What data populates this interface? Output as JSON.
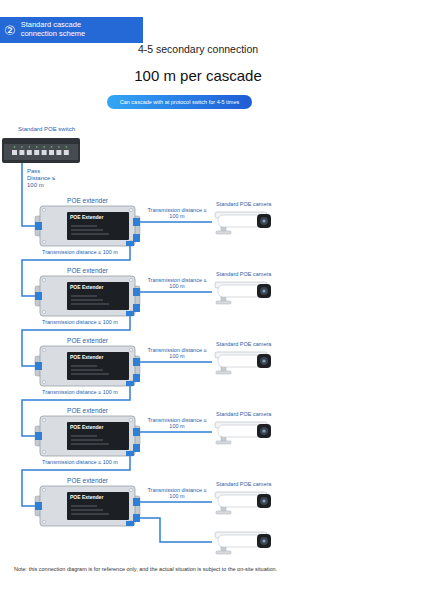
{
  "diagram": {
    "title": "4-5 secondary connection",
    "caption": "Note: this connection diagram is for reference only, and the actual situation is subject to the on-site situation.",
    "nodes": [
      {
        "text": [
          "②",
          "Standard cascade connection scheme"
        ]
      },
      {
        "text": [
          "Can cascade with at protocol switch for 4-5 times"
        ]
      },
      {
        "text": [
          "Standard POE switch"
        ]
      },
      {
        "text": [
          "POE extender",
          "POE Extender"
        ]
      },
      {
        "text": [
          "Standard POE camera"
        ]
      },
      {
        "text": [
          "POE extender",
          "POE Extender"
        ]
      },
      {
        "text": [
          "Standard POE camera"
        ]
      },
      {
        "text": [
          "POE extender",
          "POE Extender"
        ]
      },
      {
        "text": [
          "Standard POE camera"
        ]
      },
      {
        "text": [
          "POE extender",
          "POE Extender"
        ]
      },
      {
        "text": [
          "Standard POE camera"
        ]
      },
      {
        "text": [
          "POE extender",
          "POE Extender"
        ]
      },
      {
        "text": [
          "Standard POE camera"
        ]
      }
    ],
    "edges": [
      {
        "from": 2,
        "to": 3,
        "arrow": "none",
        "label": "Pass Distance ≤ 100 m"
      },
      {
        "from": 3,
        "to": 4,
        "arrow": "none",
        "label": "Transmission distance ≤ 100 m"
      },
      {
        "from": 3,
        "to": 5,
        "arrow": "none",
        "label": "Transmission distance ≤ 100 m"
      },
      {
        "from": 5,
        "to": 6,
        "arrow": "none",
        "label": "Transmission distance ≤ 100 m"
      },
      {
        "from": 5,
        "to": 7,
        "arrow": "none",
        "label": "Transmission distance ≤ 100 m"
      },
      {
        "from": 7,
        "to": 8,
        "arrow": "none",
        "label": "Transmission distance ≤ 100 m"
      },
      {
        "from": 7,
        "to": 9,
        "arrow": "none",
        "label": "Transmission distance ≤ 100 m"
      },
      {
        "from": 9,
        "to": 10,
        "arrow": "none",
        "label": "Transmission distance ≤ 100 m"
      },
      {
        "from": 9,
        "to": 11,
        "arrow": "none",
        "label": "Transmission distance ≤ 100 m"
      },
      {
        "from": 11,
        "to": 12,
        "arrow": "none",
        "label": "Transmission distance ≤ 100 m"
      }
    ],
    "labels": [
      "100 m per cascade"
    ]
  }
}
